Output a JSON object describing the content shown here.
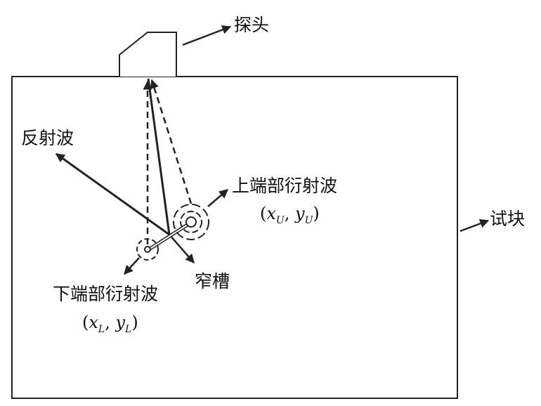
{
  "labels": {
    "probe": "探头",
    "specimen": "试块",
    "reflected_wave": "反射波",
    "upper_tip_wave": "上端部衍射波",
    "narrow_slot": "窄槽",
    "lower_tip_wave": "下端部衍射波"
  },
  "coords": {
    "upper": {
      "open": "(",
      "x": "x",
      "x_sub": "U",
      "sep": ", ",
      "y": "y",
      "y_sub": "U",
      "close": ")"
    },
    "lower": {
      "open": "(",
      "x": "x",
      "x_sub": "L",
      "sep": ", ",
      "y": "y",
      "y_sub": "L",
      "close": ")"
    }
  },
  "colors": {
    "stroke": "#222222",
    "background": "#ffffff"
  }
}
